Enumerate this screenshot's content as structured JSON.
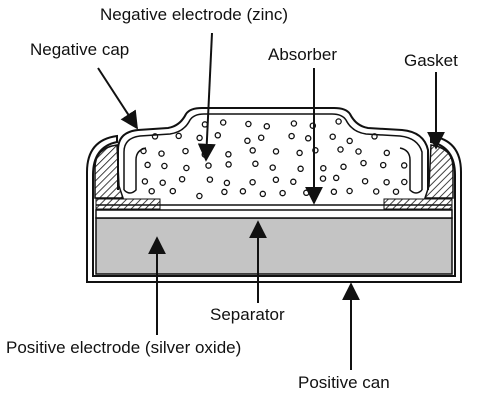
{
  "labels": {
    "negative_electrode": "Negative electrode (zinc)",
    "negative_cap": "Negative cap",
    "absorber": "Absorber",
    "gasket": "Gasket",
    "separator": "Separator",
    "positive_electrode": "Positive electrode (silver oxide)",
    "positive_can": "Positive can"
  },
  "colors": {
    "outline": "#111111",
    "positive_electrode_fill": "#c4c4c4",
    "background": "#ffffff"
  }
}
